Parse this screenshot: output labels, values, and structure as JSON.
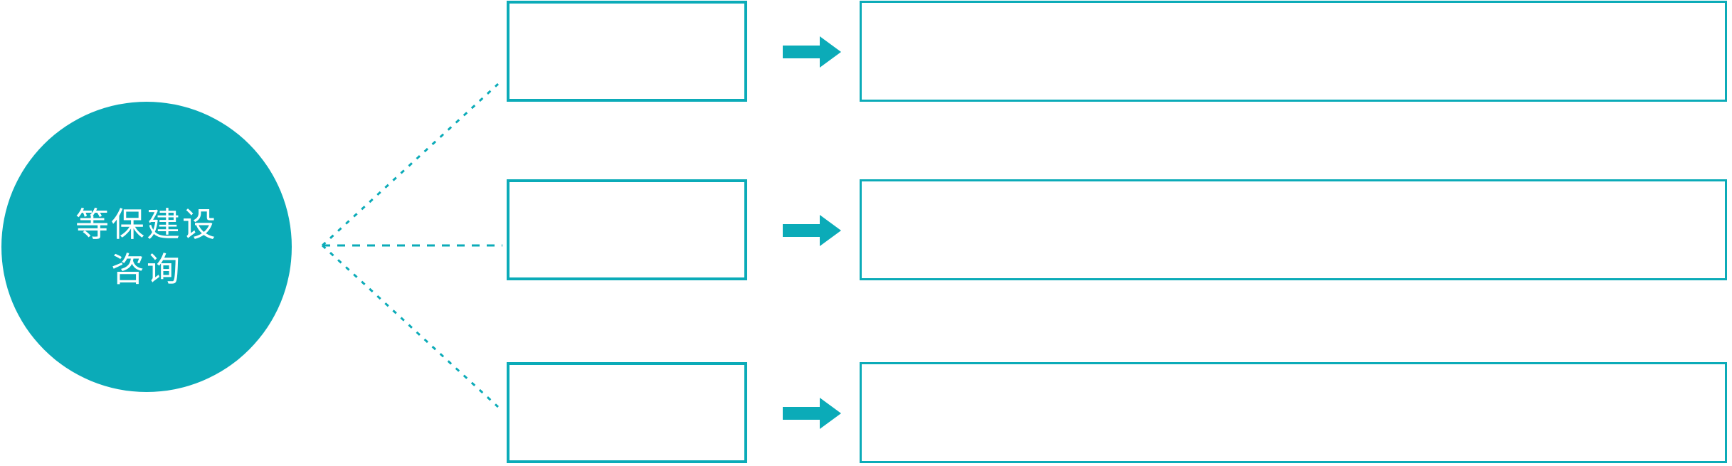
{
  "theme": {
    "accent": "#0BABB8",
    "background": "#FFFFFF",
    "hub_text_color": "#FFFFFF"
  },
  "hub": {
    "name": "等保建设咨询",
    "line1": "等保建设",
    "line2": "咨询"
  },
  "connector": {
    "style": "dotted",
    "color": "#0BABB8",
    "node_label": "branch-node"
  },
  "rows": [
    {
      "arrow_icon": "arrow-right-icon",
      "label": "",
      "detail": ""
    },
    {
      "arrow_icon": "arrow-right-icon",
      "label": "",
      "detail": ""
    },
    {
      "arrow_icon": "arrow-right-icon",
      "label": "",
      "detail": ""
    }
  ]
}
